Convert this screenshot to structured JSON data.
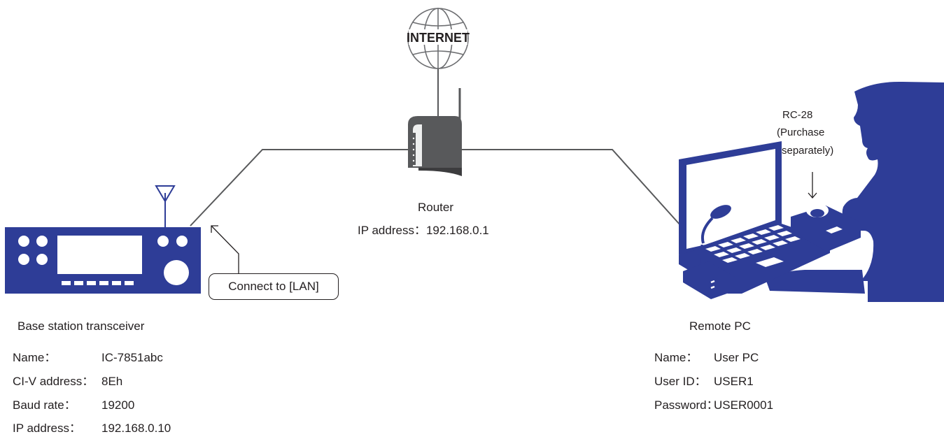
{
  "internet": {
    "label": "INTERNET"
  },
  "router": {
    "title": "Router",
    "ip_label": "IP address：192.168.0.1"
  },
  "base_station": {
    "title": "Base station transceiver",
    "connect_label": "Connect to [LAN]",
    "fields": [
      {
        "key": "Name：",
        "value": "IC-7851abc"
      },
      {
        "key": "CI-V address：",
        "value": "8Eh"
      },
      {
        "key": "Baud rate：",
        "value": "19200"
      },
      {
        "key": "IP address：",
        "value": "192.168.0.10"
      }
    ]
  },
  "remote_pc": {
    "title": "Remote PC",
    "fields": [
      {
        "key": "Name：",
        "value": "User PC"
      },
      {
        "key": "User ID：",
        "value": "USER1"
      },
      {
        "key": "Password：",
        "value": "USER0001"
      }
    ]
  },
  "rc28": {
    "line1": "RC-28",
    "line2": "(Purchase",
    "line3": "separately)"
  },
  "colors": {
    "device_blue": "#2e3d97",
    "router_gray": "#58595b",
    "line_gray": "#58595b"
  }
}
